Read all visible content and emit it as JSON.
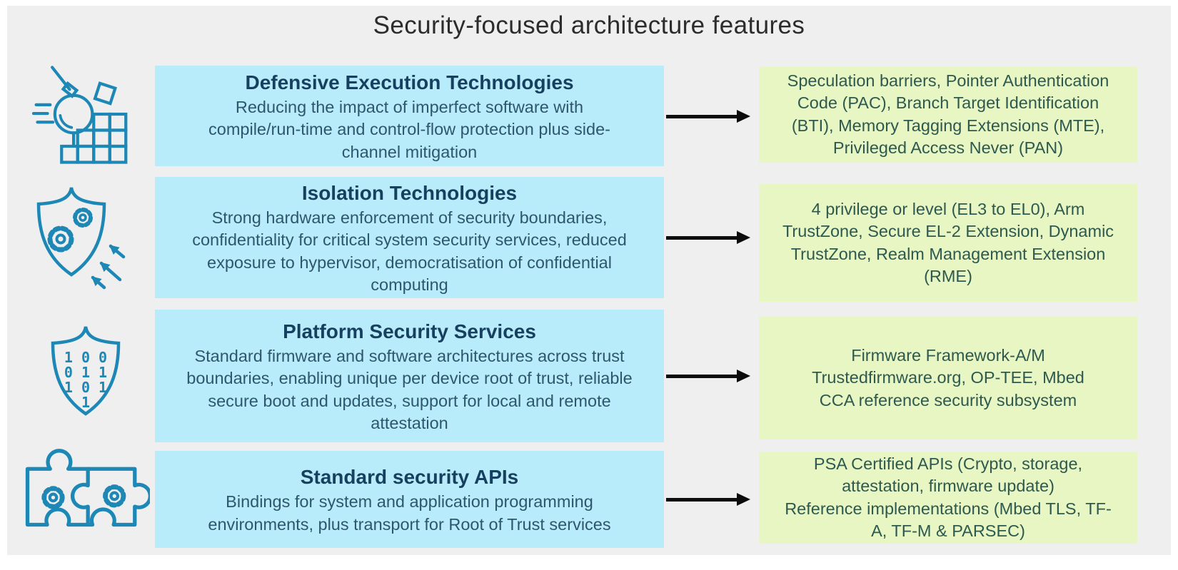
{
  "title": "Security-focused architecture features",
  "colors": {
    "canvas_bg": "#efeff0",
    "feature_box": "#b9ecfa",
    "details_box": "#e7f6c2",
    "icon_accent": "#1d87b5",
    "feature_title_text": "#173f5f",
    "feature_body_text": "#2e566c",
    "details_text": "#2e594f",
    "arrow": "#0c0c0c"
  },
  "rows": [
    {
      "icon": "wrecking-ball-demolition",
      "feature": {
        "title": "Defensive Execution Technologies",
        "description_lines": [
          "Reducing the impact of imperfect software with",
          "compile/run-time and control-flow protection plus side-",
          "channel mitigation"
        ]
      },
      "details_lines": [
        "Speculation barriers, Pointer Authentication",
        "Code (PAC), Branch Target Identification",
        "(BTI), Memory Tagging Extensions (MTE),",
        "Privileged Access Never (PAN)"
      ]
    },
    {
      "icon": "shield-gears-attack-arrows",
      "feature": {
        "title": "Isolation Technologies",
        "description_lines": [
          "Strong hardware enforcement of security boundaries,",
          "confidentiality for critical system security services, reduced",
          "exposure to hypervisor, democratisation of confidential",
          "computing"
        ]
      },
      "details_lines": [
        "4 privilege or level (EL3 to EL0), Arm",
        "TrustZone, Secure EL-2 Extension, Dynamic",
        "TrustZone, Realm Management Extension",
        "(RME)"
      ]
    },
    {
      "icon": "shield-binary-code",
      "icon_binary": [
        "1 0 0",
        "0 1 1",
        "1 0 1",
        "1"
      ],
      "feature": {
        "title": "Platform Security Services",
        "description_lines": [
          "Standard firmware and software architectures across trust",
          "boundaries, enabling unique per device root of trust, reliable",
          "secure boot and updates, support for local and remote",
          "attestation"
        ]
      },
      "details_lines": [
        "Firmware Framework-A/M",
        "Trustedfirmware.org, OP-TEE, Mbed",
        "CCA reference security subsystem"
      ]
    },
    {
      "icon": "puzzle-pieces-gears",
      "feature": {
        "title": "Standard security APIs",
        "description_lines": [
          "Bindings for system and application programming",
          "environments, plus transport for Root of Trust services"
        ]
      },
      "details_lines": [
        "PSA Certified APIs (Crypto, storage,",
        "attestation, firmware update)",
        "Reference implementations (Mbed TLS, TF-",
        "A, TF-M & PARSEC)"
      ]
    }
  ]
}
